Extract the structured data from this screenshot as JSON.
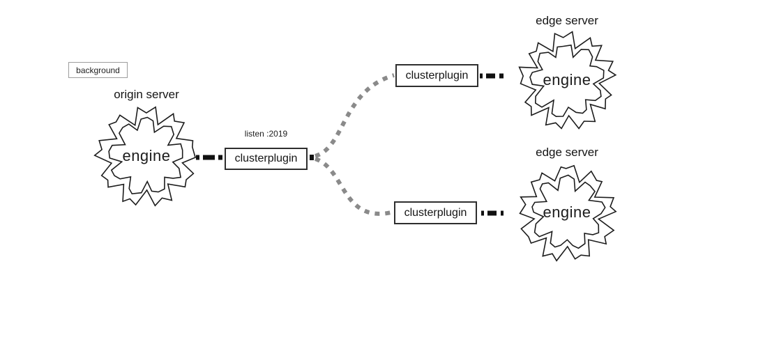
{
  "diagram": {
    "background_label": "background",
    "origin": {
      "title": "origin server",
      "engine_label": "engine",
      "listen_label": "listen :2019",
      "plugin_label": "clusterplugin"
    },
    "edges": [
      {
        "title": "edge server",
        "plugin_label": "clusterplugin",
        "engine_label": "engine"
      },
      {
        "title": "edge server",
        "plugin_label": "clusterplugin",
        "engine_label": "engine"
      }
    ],
    "colors": {
      "gear_stroke": "#1c1c1c",
      "connector_black": "#111111",
      "branch_gray": "#8a8a8a",
      "box_border": "#2e2e2e",
      "background_box_border": "#9c9c9c"
    }
  }
}
